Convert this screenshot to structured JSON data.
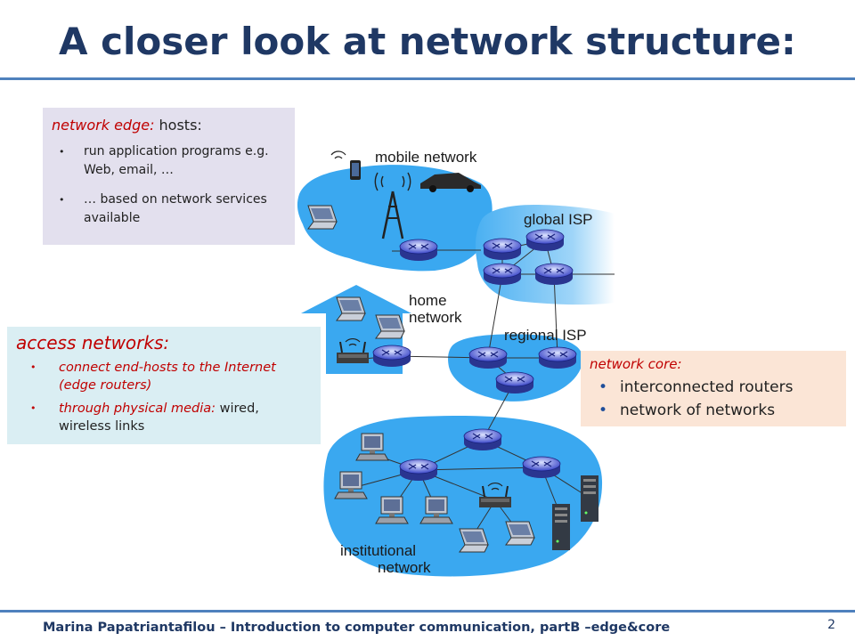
{
  "slide": {
    "title": "A closer look at network structure:",
    "footer": "Marina Papatriantafilou – Introduction to computer communication, partB –edge&core",
    "page_number": "2"
  },
  "network_edge_box": {
    "heading_label": "network edge:",
    "heading_rest": " hosts:",
    "bullets": [
      "run application programs e.g. Web, email, …",
      "… based on network services available"
    ]
  },
  "access_box": {
    "heading": "access networks:",
    "bullet1": "connect end-hosts to the Internet (edge routers)",
    "bullet2_red": "through physical media:",
    "bullet2_rest": " wired, wireless links"
  },
  "core_box": {
    "heading": "network core:",
    "bullets": [
      "interconnected routers",
      "network of networks"
    ]
  },
  "diagram_labels": {
    "mobile": "mobile network",
    "global_isp": "global ISP",
    "home_line1": "home",
    "home_line2": "network",
    "regional_isp": "regional ISP",
    "inst_line1": "institutional",
    "inst_line2": "network"
  },
  "colors": {
    "title": "#1f3864",
    "accent_rule": "#4f81bd",
    "network_fill": "#3aa8f0",
    "emphasis_red": "#c00000"
  }
}
